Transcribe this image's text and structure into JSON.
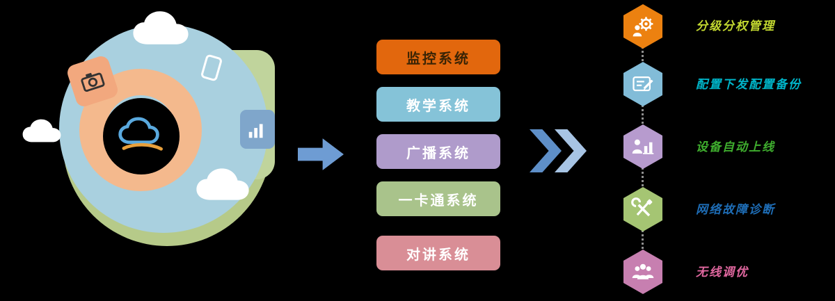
{
  "background_color": "#000000",
  "illustration": {
    "name": "cloud-platform",
    "icons": [
      "cloud-logo-icon",
      "camera-icon",
      "smartphone-icon",
      "bar-chart-icon",
      "cloud-icon"
    ],
    "colors": {
      "circle_blue": "#A9D0DF",
      "circle_olive": "#B6CA89",
      "square_green": "#C0D49C",
      "ring_orange": "#F4B98D",
      "square_orange": "#F2A87E",
      "tile_blue": "#7FA6CB",
      "center_disc": "#000000",
      "cloud_logo_blue": "#5AA9DE",
      "cloud_logo_orange": "#E8A03C"
    }
  },
  "flow": {
    "arrow_color": "#6E9CD3",
    "chevron_colors": [
      "#5E8FC8",
      "#A7C4E4"
    ]
  },
  "systems": [
    {
      "label": "监控系统",
      "color": "#E2670D",
      "text_color": "#3A2405"
    },
    {
      "label": "教学系统",
      "color": "#85C3D8",
      "text_color": "#FFFFFF"
    },
    {
      "label": "广播系统",
      "color": "#AF9BCB",
      "text_color": "#FFFFFF"
    },
    {
      "label": "一卡通系统",
      "color": "#A9C38B",
      "text_color": "#FFFFFF"
    },
    {
      "label": "对讲系统",
      "color": "#D98E96",
      "text_color": "#FFFFFF"
    }
  ],
  "features": [
    {
      "label": "分级分权管理",
      "hex_color": "#EC8110",
      "label_color": "#C2D830",
      "icon": "gear-person-icon"
    },
    {
      "label": "配置下发配置备份",
      "hex_color": "#82BCD8",
      "label_color": "#00B5C9",
      "icon": "document-edit-icon"
    },
    {
      "label": "设备自动上线",
      "hex_color": "#B79BCE",
      "label_color": "#3FAE2E",
      "icon": "presenter-chart-icon"
    },
    {
      "label": "网络故障诊断",
      "hex_color": "#A5C573",
      "label_color": "#1E6DB6",
      "icon": "tools-icon"
    },
    {
      "label": "无线调优",
      "hex_color": "#C77FB0",
      "label_color": "#E0679F",
      "icon": "people-icon"
    }
  ]
}
